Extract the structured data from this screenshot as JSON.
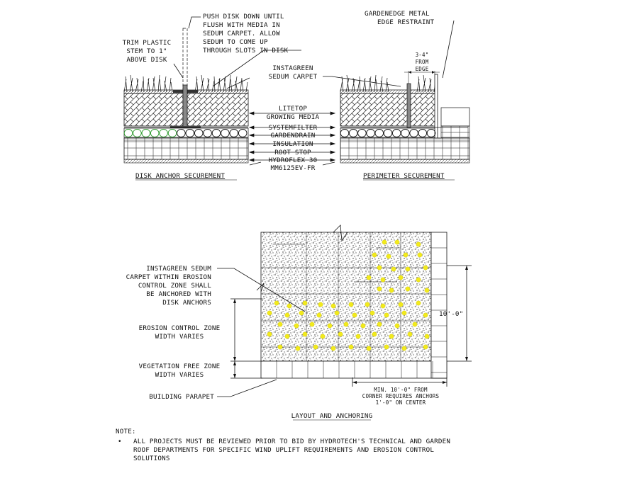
{
  "callouts_top_left": {
    "trim_stem": [
      "TRIM PLASTIC",
      "STEM TO 1\"",
      "ABOVE DISK"
    ],
    "push_disk": [
      "PUSH DISK DOWN UNTIL",
      "FLUSH WITH MEDIA IN",
      "SEDUM CARPET.  ALLOW",
      "SEDUM TO COME UP",
      "THROUGH SLOTS IN DISK"
    ]
  },
  "callouts_top_right": {
    "edge_restraint": [
      "GARDENEDGE METAL",
      "EDGE RESTRAINT"
    ],
    "distance": [
      "3-4\"",
      "FROM",
      "EDGE"
    ]
  },
  "layers": {
    "carpet": [
      "INSTAGREEN",
      "SEDUM CARPET"
    ],
    "media": [
      "LITETOP",
      "GROWING MEDIA"
    ],
    "list": [
      "SYSTEMFILTER",
      "GARDENDRAIN",
      "INSULATION",
      "ROOT STOP",
      "HYDROFLEX 30",
      "MM6125EV-FR"
    ]
  },
  "section_titles": {
    "left": "DISK ANCHOR SECUREMENT",
    "right": "PERIMETER SECUREMENT",
    "plan": "LAYOUT AND ANCHORING"
  },
  "plan_callouts": {
    "carpet_zone": [
      "INSTAGREEN SEDUM",
      "CARPET WITHIN EROSION",
      "CONTROL ZONE SHALL",
      "BE ANCHORED WITH",
      "DISK ANCHORS"
    ],
    "erosion_zone": [
      "EROSION CONTROL ZONE",
      "WIDTH VARIES"
    ],
    "vegetation_zone": [
      "VEGETATION FREE ZONE",
      "WIDTH VARIES"
    ],
    "parapet": "BUILDING PARAPET",
    "dimension": "10'-0\"",
    "corner_note": [
      "MIN. 10'-0\" FROM",
      "CORNER REQUIRES ANCHORS",
      "1'-0\" ON CENTER"
    ]
  },
  "note": {
    "heading": "NOTE:",
    "bullet": "•",
    "lines": [
      "ALL PROJECTS MUST BE REVIEWED PRIOR TO BID BY HYDROTECH'S TECHNICAL AND GARDEN",
      "ROOF DEPARTMENTS FOR SPECIFIC WIND UPLIFT REQUIREMENTS AND EROSION CONTROL",
      "SOLUTIONS"
    ]
  },
  "colors": {
    "line": "#111111",
    "anchor_dot": "#f2ea1c",
    "drain_green": "#2a9a2a"
  }
}
